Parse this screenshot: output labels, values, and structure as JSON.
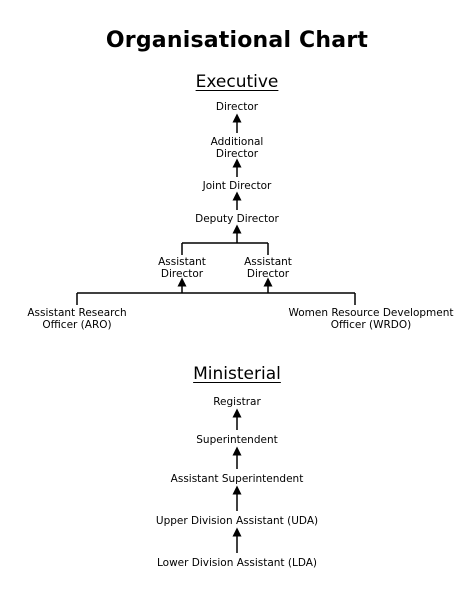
{
  "title": "Organisational Chart",
  "executive": {
    "heading": "Executive",
    "director": "Director",
    "additional_director": [
      "Additional",
      "Director"
    ],
    "joint_director": "Joint Director",
    "deputy_director": "Deputy Director",
    "assistant_director_left": [
      "Assistant",
      "Director"
    ],
    "assistant_director_right": [
      "Assistant",
      "Director"
    ],
    "aro": [
      "Assistant Research",
      "Officer (ARO)"
    ],
    "wrdo": [
      "Women Resource Development",
      "Officer (WRDO)"
    ]
  },
  "ministerial": {
    "heading": "Ministerial",
    "registrar": "Registrar",
    "superintendent": "Superintendent",
    "assistant_superintendent": "Assistant Superintendent",
    "uda": "Upper Division Assistant (UDA)",
    "lda": "Lower Division Assistant (LDA)"
  }
}
